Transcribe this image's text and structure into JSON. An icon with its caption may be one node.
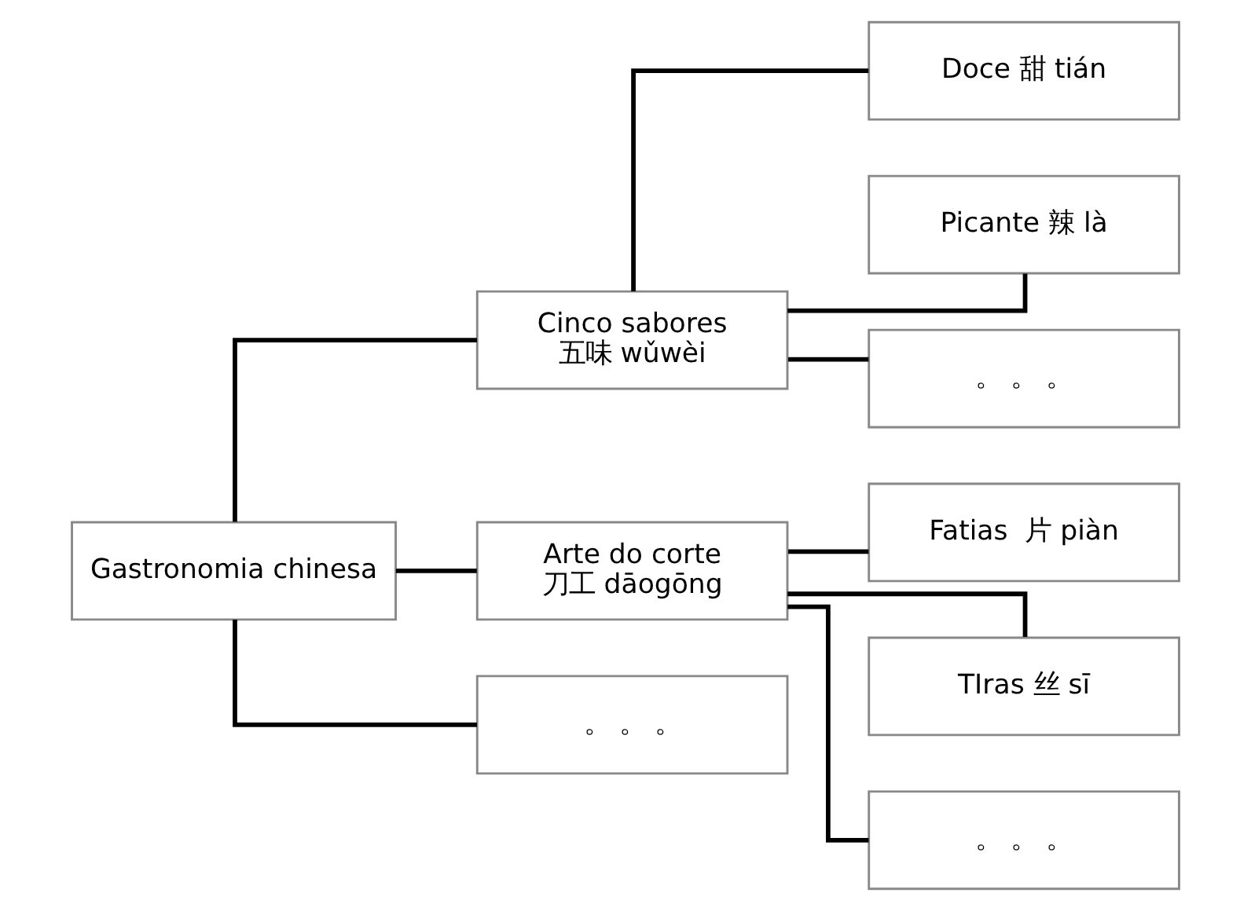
{
  "diagram": {
    "nodes": [
      {
        "text": [
          "Gastronomia chinesa"
        ]
      },
      {
        "text": [
          "Cinco sabores",
          "五味 wǔwèi"
        ]
      },
      {
        "text": [
          "Arte do corte",
          "刀工 dāogōng"
        ]
      },
      {
        "text": [
          "。 。 。"
        ]
      },
      {
        "text": [
          "Doce 甜 tián"
        ]
      },
      {
        "text": [
          "Picante 辣 là"
        ]
      },
      {
        "text": [
          "。 。 。"
        ]
      },
      {
        "text": [
          "Fatias  片 piàn"
        ]
      },
      {
        "text": [
          "TIras 丝 sī"
        ]
      },
      {
        "text": [
          "。 。 。"
        ]
      }
    ],
    "edges": [
      {
        "from": 0,
        "to": 1,
        "arrow": "none"
      },
      {
        "from": 0,
        "to": 2,
        "arrow": "none"
      },
      {
        "from": 0,
        "to": 3,
        "arrow": "none"
      },
      {
        "from": 1,
        "to": 4,
        "arrow": "none"
      },
      {
        "from": 1,
        "to": 5,
        "arrow": "none"
      },
      {
        "from": 1,
        "to": 6,
        "arrow": "none"
      },
      {
        "from": 2,
        "to": 7,
        "arrow": "none"
      },
      {
        "from": 2,
        "to": 8,
        "arrow": "none"
      },
      {
        "from": 2,
        "to": 9,
        "arrow": "none"
      }
    ]
  }
}
